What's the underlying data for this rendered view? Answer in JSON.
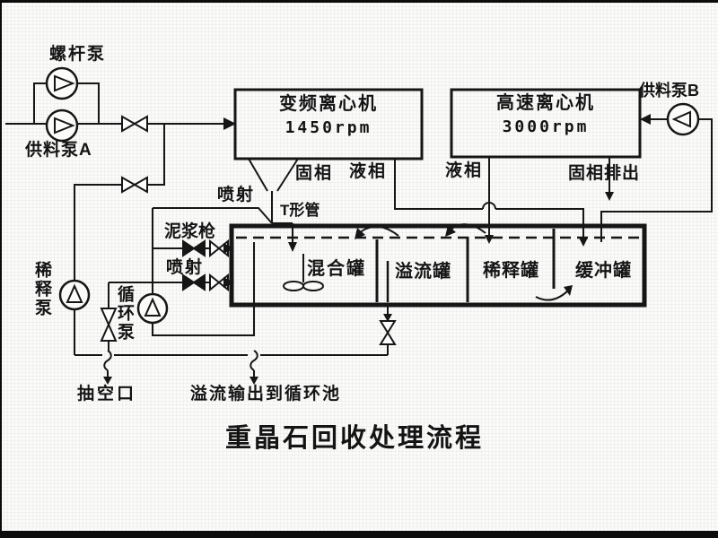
{
  "diagram": {
    "title": "重晶石回收处理流程",
    "pumps": {
      "screw_pump": "螺杆泵",
      "feed_pump_a": "供料泵A",
      "feed_pump_b": "供料泵B",
      "dilution_pump": "稀释泵",
      "circulation_pump": "循环泵"
    },
    "centrifuges": {
      "vfd": {
        "name": "变频离心机",
        "speed": "1450rpm"
      },
      "high_speed": {
        "name": "高速离心机",
        "speed": "3000rpm"
      }
    },
    "tanks": {
      "mixing": "混合罐",
      "overflow": "溢流罐",
      "dilution": "稀释罐",
      "buffer": "缓冲罐"
    },
    "labels": {
      "solid_phase": "固相",
      "liquid_phase_left": "液相",
      "liquid_phase_right": "液相",
      "solid_discharge": "固相排出",
      "jet_top": "喷射",
      "jet_bottom": "喷射",
      "t_pipe": "T形管",
      "mud_gun": "泥浆枪",
      "vent_port": "抽空口",
      "overflow_to_pool": "溢流输出到循环池"
    },
    "colors": {
      "line": "#161616",
      "background": "#fbfbfa"
    }
  }
}
